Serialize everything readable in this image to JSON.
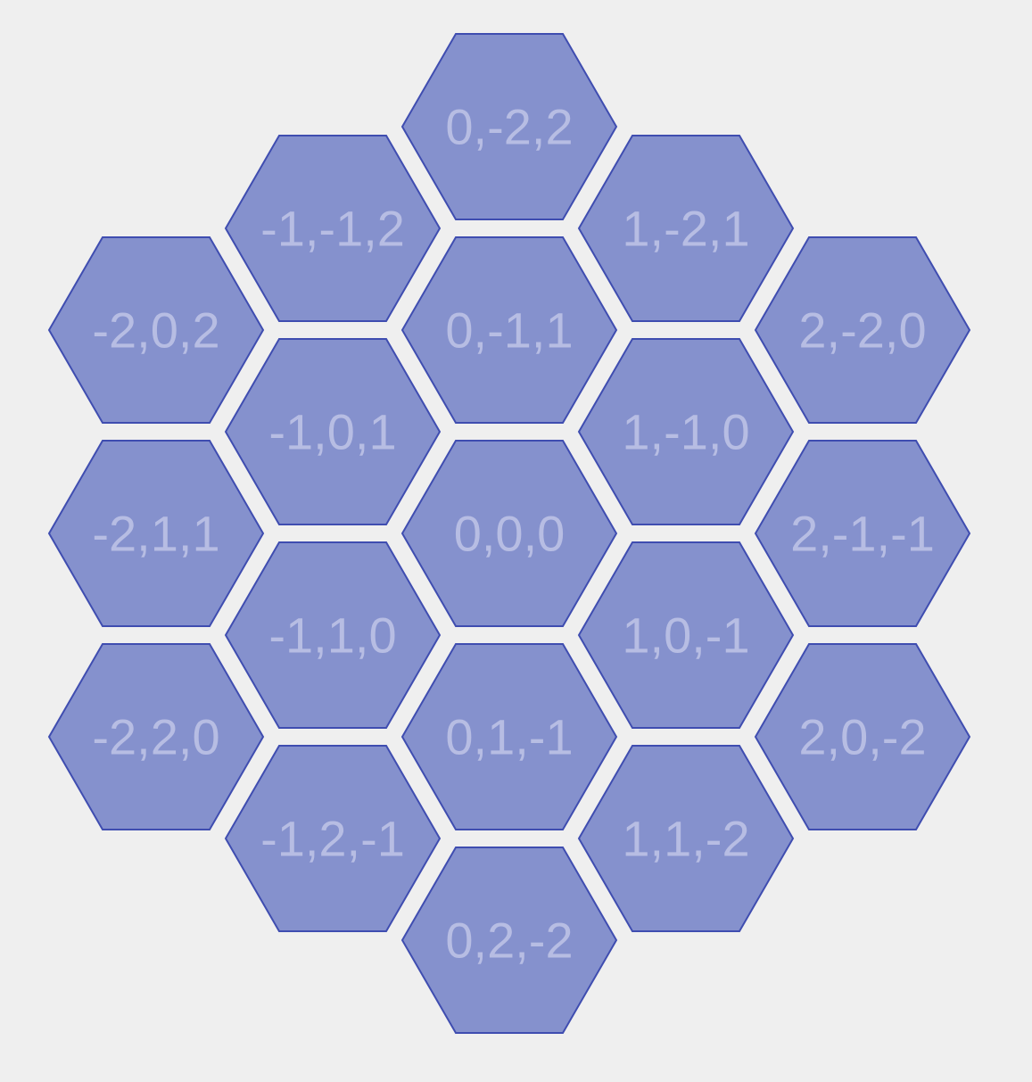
{
  "colors": {
    "background": "#efefef",
    "hex_fill": "#8591cd",
    "hex_stroke": "#3f4db0",
    "label_color": "#b7bde3"
  },
  "grid": {
    "radius": 2,
    "coordinate_system": "cube",
    "orientation": "flat-top"
  },
  "hexes": [
    {
      "q": 0,
      "r": -2,
      "s": 2,
      "label": "0,-2,2"
    },
    {
      "q": -1,
      "r": -1,
      "s": 2,
      "label": "-1,-1,2"
    },
    {
      "q": 1,
      "r": -2,
      "s": 1,
      "label": "1,-2,1"
    },
    {
      "q": -2,
      "r": 0,
      "s": 2,
      "label": "-2,0,2"
    },
    {
      "q": 0,
      "r": -1,
      "s": 1,
      "label": "0,-1,1"
    },
    {
      "q": 2,
      "r": -2,
      "s": 0,
      "label": "2,-2,0"
    },
    {
      "q": -1,
      "r": 0,
      "s": 1,
      "label": "-1,0,1"
    },
    {
      "q": 1,
      "r": -1,
      "s": 0,
      "label": "1,-1,0"
    },
    {
      "q": -2,
      "r": 1,
      "s": 1,
      "label": "-2,1,1"
    },
    {
      "q": 0,
      "r": 0,
      "s": 0,
      "label": "0,0,0"
    },
    {
      "q": 2,
      "r": -1,
      "s": -1,
      "label": "2,-1,-1"
    },
    {
      "q": -1,
      "r": 1,
      "s": 0,
      "label": "-1,1,0"
    },
    {
      "q": 1,
      "r": 0,
      "s": -1,
      "label": "1,0,-1"
    },
    {
      "q": -2,
      "r": 2,
      "s": 0,
      "label": "-2,2,0"
    },
    {
      "q": 0,
      "r": 1,
      "s": -1,
      "label": "0,1,-1"
    },
    {
      "q": 2,
      "r": 0,
      "s": -2,
      "label": "2,0,-2"
    },
    {
      "q": -1,
      "r": 2,
      "s": -1,
      "label": "-1,2,-1"
    },
    {
      "q": 1,
      "r": 1,
      "s": -2,
      "label": "1,1,-2"
    },
    {
      "q": 0,
      "r": 2,
      "s": -2,
      "label": "0,2,-2"
    }
  ]
}
